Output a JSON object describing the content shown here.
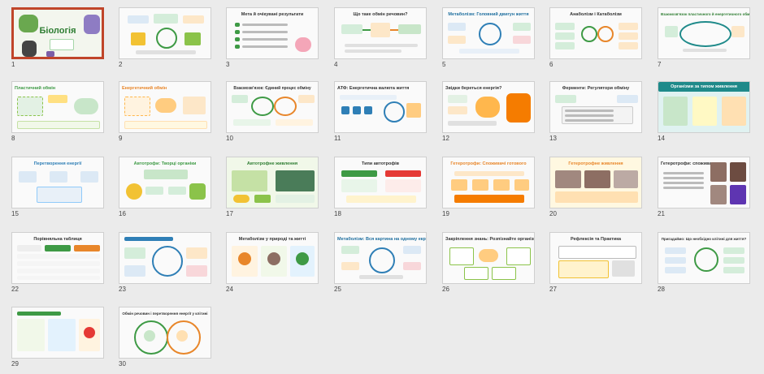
{
  "slides": [
    {
      "number": "1",
      "title": "Біологія",
      "selected": true
    },
    {
      "number": "2",
      "title": ""
    },
    {
      "number": "3",
      "title": "Мета й очікувані результати"
    },
    {
      "number": "4",
      "title": "Що таке обмін речовин?"
    },
    {
      "number": "5",
      "title": "Метаболізм: Головний двигун життя"
    },
    {
      "number": "6",
      "title": "Анаболізм і Катаболізм"
    },
    {
      "number": "7",
      "title": "Взаємозв'язок пластичного й енергетичного обміну"
    },
    {
      "number": "8",
      "title": "Пластичний обмін"
    },
    {
      "number": "9",
      "title": "Енергетичний обмін"
    },
    {
      "number": "10",
      "title": "Взаємозв'язок: Єдиний процес обміну"
    },
    {
      "number": "11",
      "title": "АТФ: Енергетична валюта життя"
    },
    {
      "number": "12",
      "title": "Звідки береться енергія?"
    },
    {
      "number": "13",
      "title": "Ферменти: Регулятори обміну"
    },
    {
      "number": "14",
      "title": "Організми за типом живлення"
    },
    {
      "number": "15",
      "title": "Перетворення енергії"
    },
    {
      "number": "16",
      "title": "Автотрофи: Творці органіки"
    },
    {
      "number": "17",
      "title": "Автотрофне живлення"
    },
    {
      "number": "18",
      "title": "Типи автотрофів"
    },
    {
      "number": "19",
      "title": "Гетеротрофи: Споживачі готового"
    },
    {
      "number": "20",
      "title": "Гетеротрофне живлення"
    },
    {
      "number": "21",
      "title": "Гетеротрофи: споживачі готового"
    },
    {
      "number": "22",
      "title": "Порівняльна таблиця"
    },
    {
      "number": "23",
      "title": ""
    },
    {
      "number": "24",
      "title": "Метаболізм у природі та житті"
    },
    {
      "number": "25",
      "title": "Метаболізм: Вся картина на одному екрані"
    },
    {
      "number": "26",
      "title": "Закріплення знань: Розпізнайте організми"
    },
    {
      "number": "27",
      "title": "Рефлексія та Практика"
    },
    {
      "number": "28",
      "title": "Пригадаймо: Що необхідно клітині для життя?"
    },
    {
      "number": "29",
      "title": ""
    },
    {
      "number": "30",
      "title": "Обмін речовин і перетворення енергії у клітині"
    }
  ],
  "colors": {
    "selected_border": "#c0452a",
    "green": "#3e9a45",
    "orange": "#e8862a",
    "blue": "#2f7fb6",
    "teal": "#1f8a8a",
    "yellow": "#f2c233"
  }
}
